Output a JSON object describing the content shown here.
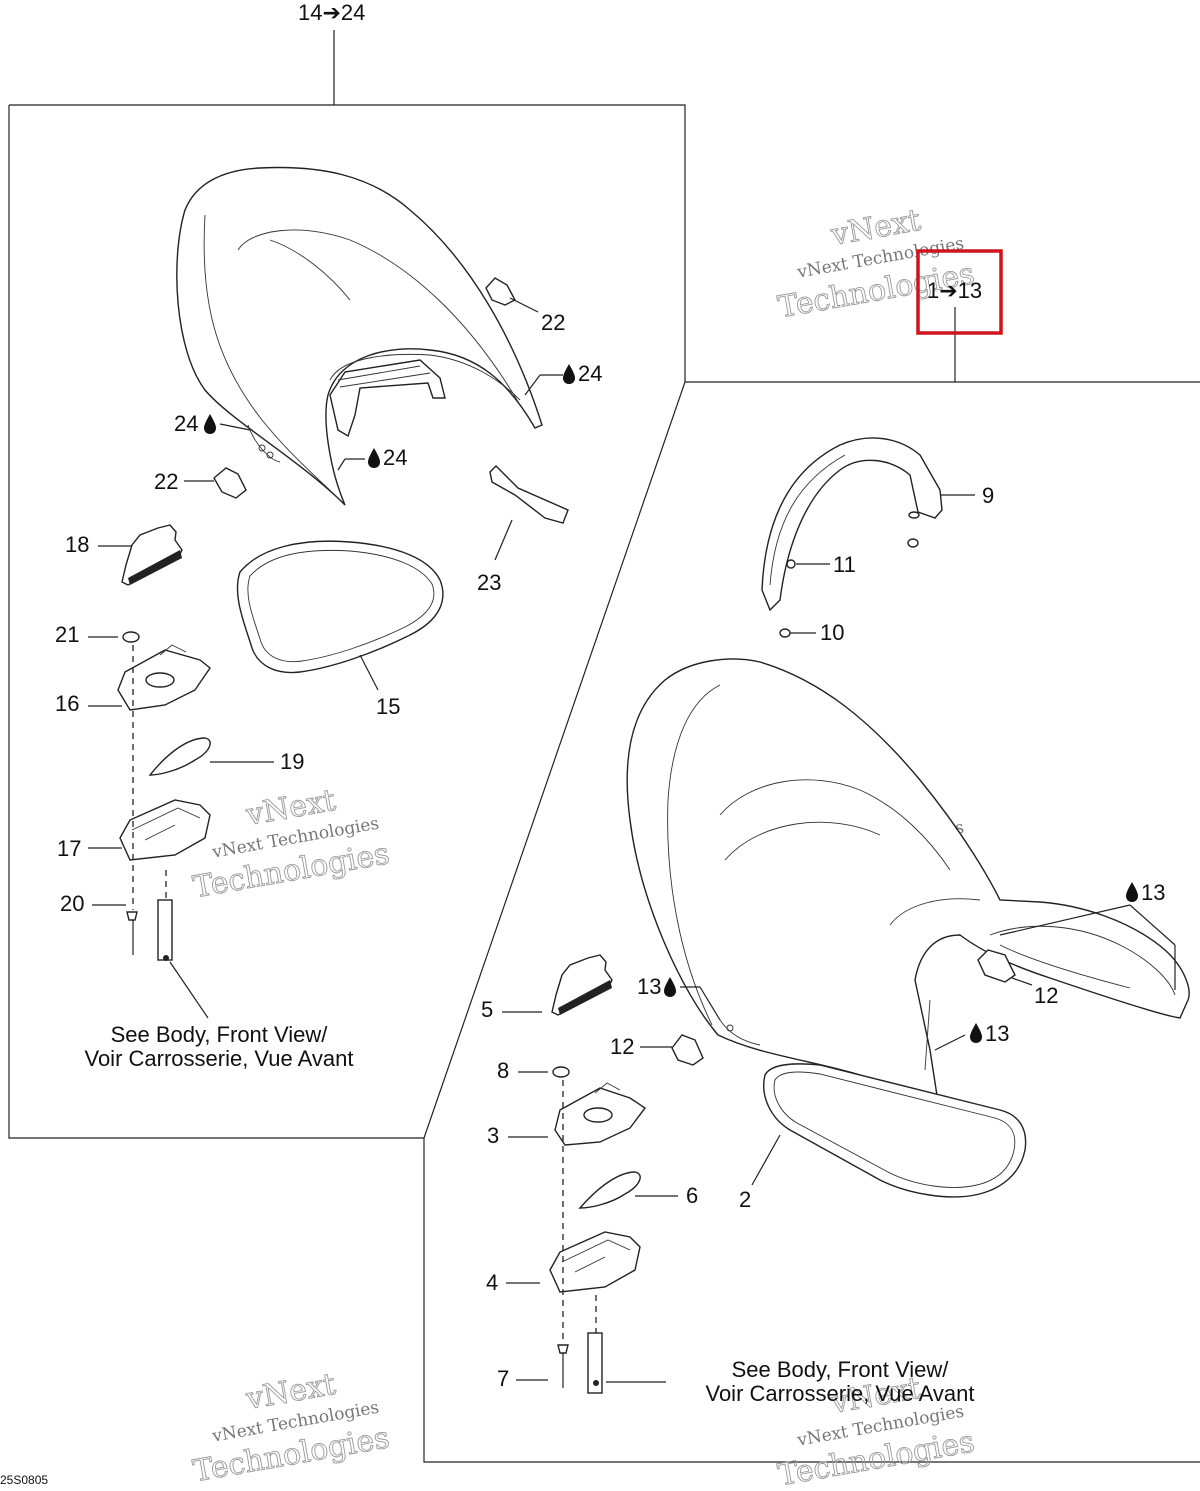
{
  "diagram": {
    "figure_code": "25S0805",
    "group_labels": {
      "left_group": "14➔24",
      "right_group": "1➔13"
    },
    "callouts": {
      "c22a": "22",
      "c24a": "24",
      "c24b": "24",
      "c24c": "24",
      "c22b": "22",
      "c23": "23",
      "c18": "18",
      "c21": "21",
      "c16": "16",
      "c15": "15",
      "c19": "19",
      "c17": "17",
      "c20": "20",
      "c9": "9",
      "c11": "11",
      "c10": "10",
      "c13a": "13",
      "c12a": "12",
      "c13b": "13",
      "c13c": "13",
      "c5": "5",
      "c12b": "12",
      "c8": "8",
      "c3": "3",
      "c6": "6",
      "c2": "2",
      "c4": "4",
      "c7": "7"
    },
    "notes": {
      "left_line1": "See Body, Front View/",
      "left_line2": "Voir Carrosserie, Vue Avant",
      "right_line1": "See Body, Front View/",
      "right_line2": "Voir Carrosserie, Vue Avant"
    },
    "watermark": {
      "line1": "vNext",
      "line2": "vNext Technologies",
      "line3": "Technologies"
    },
    "colors": {
      "lines": "#222222",
      "highlight_box": "#d0141e",
      "watermark": "#999999"
    },
    "icons": [
      "loctite-drop-icon"
    ]
  }
}
